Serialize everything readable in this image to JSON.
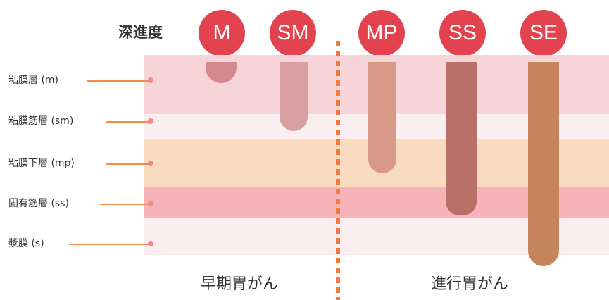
{
  "header": {
    "depth_label": "深進度"
  },
  "stages": [
    {
      "code": "M"
    },
    {
      "code": "SM"
    },
    {
      "code": "MP"
    },
    {
      "code": "SS"
    },
    {
      "code": "SE"
    }
  ],
  "layers": [
    {
      "label": "粘膜層 (m)"
    },
    {
      "label": "粘膜筋層 (sm)"
    },
    {
      "label": "粘膜下層 (mp)"
    },
    {
      "label": "固有筋層 (ss)"
    },
    {
      "label": "漿膜 (s)"
    }
  ],
  "captions": {
    "early": "早期胃がん",
    "advanced": "進行胃がん"
  },
  "colors": {
    "badge": "#e2434f",
    "layer_m": "#f6d4d8",
    "layer_sm": "#fbeef0",
    "layer_mp": "#f9dcc0",
    "layer_ss": "#f6b4b8",
    "layer_s": "#fbeef0",
    "divider": "#f27a3a"
  }
}
